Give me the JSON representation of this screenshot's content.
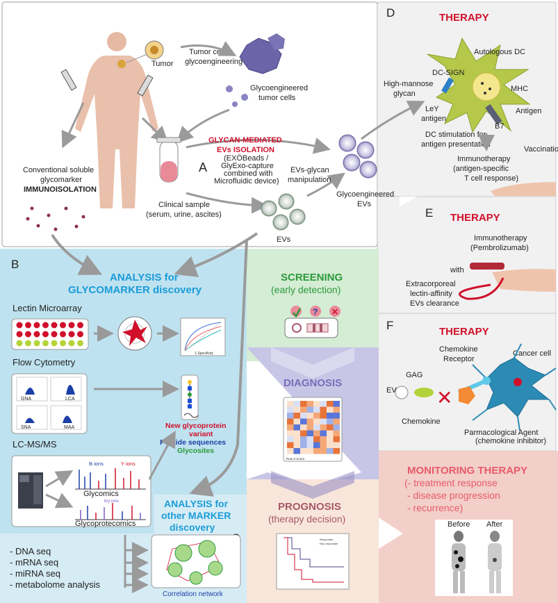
{
  "panel_letters": {
    "a": "A",
    "b": "B",
    "c": "C",
    "d": "D",
    "e": "E",
    "f": "F"
  },
  "panel_a": {
    "tumor": "Tumor",
    "glycoengineering_1": "Tumor cells",
    "glycoengineering_2": "glycoengineering",
    "engineered_cells_1": "Glycoengineered",
    "engineered_cells_2": "tumor cells",
    "conventional_1": "Conventional soluble",
    "conventional_2": "glycomarker",
    "conventional_3": "IMMUNOISOLATION",
    "isolation_1": "GLYCAN-MEDIATED",
    "isolation_2": "EVs ISOLATION",
    "isolation_3": "(EXÖBeads /",
    "isolation_4": "GlyExo-capture",
    "isolation_5": "combined with",
    "isolation_6": "Microfluidic device)",
    "clinical_1": "Clinical sample",
    "clinical_2": "(serum, urine, ascites)",
    "evs": "EVs",
    "manipulation_1": "EVs-glycan",
    "manipulation_2": "manipulation",
    "engineered_evs_1": "Glycoengineered",
    "engineered_evs_2": "EVs"
  },
  "panel_d": {
    "title": "THERAPY",
    "dc": "Autologous DC",
    "dcsign": "DC-SIGN",
    "mannose_1": "High-mannose",
    "mannose_2": "glycan",
    "ley_1": "LeY",
    "ley_2": "antigen",
    "mhc": "MHC",
    "antigen": "Antigen",
    "b7": "B7",
    "stim_1": "DC stimulation for",
    "stim_2": "antigen presentation",
    "vaccination": "Vaccination",
    "immuno_1": "Immunotherapy",
    "immuno_2": "(antigen-specific",
    "immuno_3": "T cell response)"
  },
  "panel_e": {
    "title": "THERAPY",
    "immuno_1": "Immunotherapy",
    "immuno_2": "(Pembrolizumab)",
    "with": "with",
    "clear_1": "Extracorporeal",
    "clear_2": "lectin-affinity",
    "clear_3": "EVs clearance"
  },
  "panel_f": {
    "title": "THERAPY",
    "receptor_1": "Chemokine",
    "receptor_2": "Receptor",
    "cancer": "Cancer cell",
    "gag": "GAG",
    "ev": "EV",
    "chemokine": "Chemokine",
    "agent_1": "Parmacological Agent",
    "agent_2": "(chemokine inhibitor)"
  },
  "panel_b": {
    "title_1": "ANALYSIS for",
    "title_2": "GLYCOMARKER discovery",
    "lectin": "Lectin Microarray",
    "flow": "Flow Cytometry",
    "gna": "GNA",
    "lca": "LCA",
    "sna": "SNA",
    "maa": "MAA",
    "lcms": "LC-MS/MS",
    "b_ions": "B ions",
    "y_ions": "Y ions",
    "glycomics": "Glycomics",
    "bry_ions": "bry ions",
    "glycoproteomics": "Glycoprotecomics",
    "variant_1": "New glycoprotein",
    "variant_2": "variant",
    "peptide": "Peptide sequences",
    "glycosites": "Glycosites",
    "roc_x": "1-Specificity"
  },
  "panel_c": {
    "title_1": "ANALYSIS for",
    "title_2": "other MARKER",
    "title_3": "discovery",
    "list": [
      "- DNA seq",
      "- mRNA seq",
      "- miRNA seq",
      "- metabolome analysis"
    ],
    "network": "Correlation network"
  },
  "screening": {
    "title": "SCREENING",
    "sub": "(early detection)"
  },
  "diagnosis": {
    "title": "DIAGNOSIS",
    "legend": "Row Z-Score"
  },
  "prognosis": {
    "title": "PROGNOSIS",
    "sub": "(therapy decision)",
    "legend_1": "Responder",
    "legend_2": "Non-responder"
  },
  "monitoring": {
    "title": "MONITORING THERAPY",
    "items": [
      "(- treatment response",
      "- disease progression",
      "- recurrence)"
    ],
    "before": "Before",
    "after": "After"
  },
  "colors": {
    "therapy_red": "#d0102b",
    "analysis_blue": "#1a9cd8",
    "screening_green": "#2b9a3a",
    "diagnosis_purple": "#7b6cb8",
    "prognosis_mauve": "#a8586a",
    "monitoring_pink": "#e85a6c"
  }
}
